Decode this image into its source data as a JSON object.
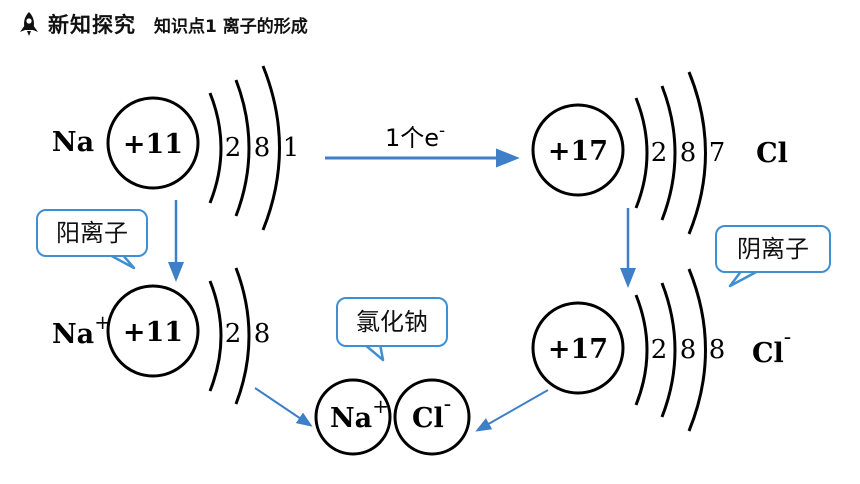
{
  "header": {
    "title": "新知探究",
    "subtitle": "知识点1 离子的形成",
    "icon": "rocket-icon"
  },
  "atoms": {
    "na": {
      "symbol": "Na",
      "charge": "+11",
      "shells": [
        "2",
        "8",
        "1"
      ]
    },
    "na_ion": {
      "symbol": "Na",
      "sup": "+",
      "charge": "+11",
      "shells": [
        "2",
        "8"
      ]
    },
    "cl": {
      "symbol": "Cl",
      "charge": "+17",
      "shells": [
        "2",
        "8",
        "7"
      ]
    },
    "cl_ion": {
      "symbol": "Cl",
      "sup": "-",
      "charge": "+17",
      "shells": [
        "2",
        "8",
        "8"
      ]
    }
  },
  "transfer_label": {
    "text": "1个e",
    "sup": "-"
  },
  "bubbles": {
    "cation": "阳离子",
    "anion": "阴离子",
    "compound": "氯化钠"
  },
  "compound": {
    "cation": {
      "symbol": "Na",
      "sup": "+"
    },
    "anion": {
      "symbol": "Cl",
      "sup": "-"
    }
  },
  "colors": {
    "arrow": "#3f7fc8",
    "bubble_border": "#3f8fd2",
    "ink": "#000000"
  }
}
